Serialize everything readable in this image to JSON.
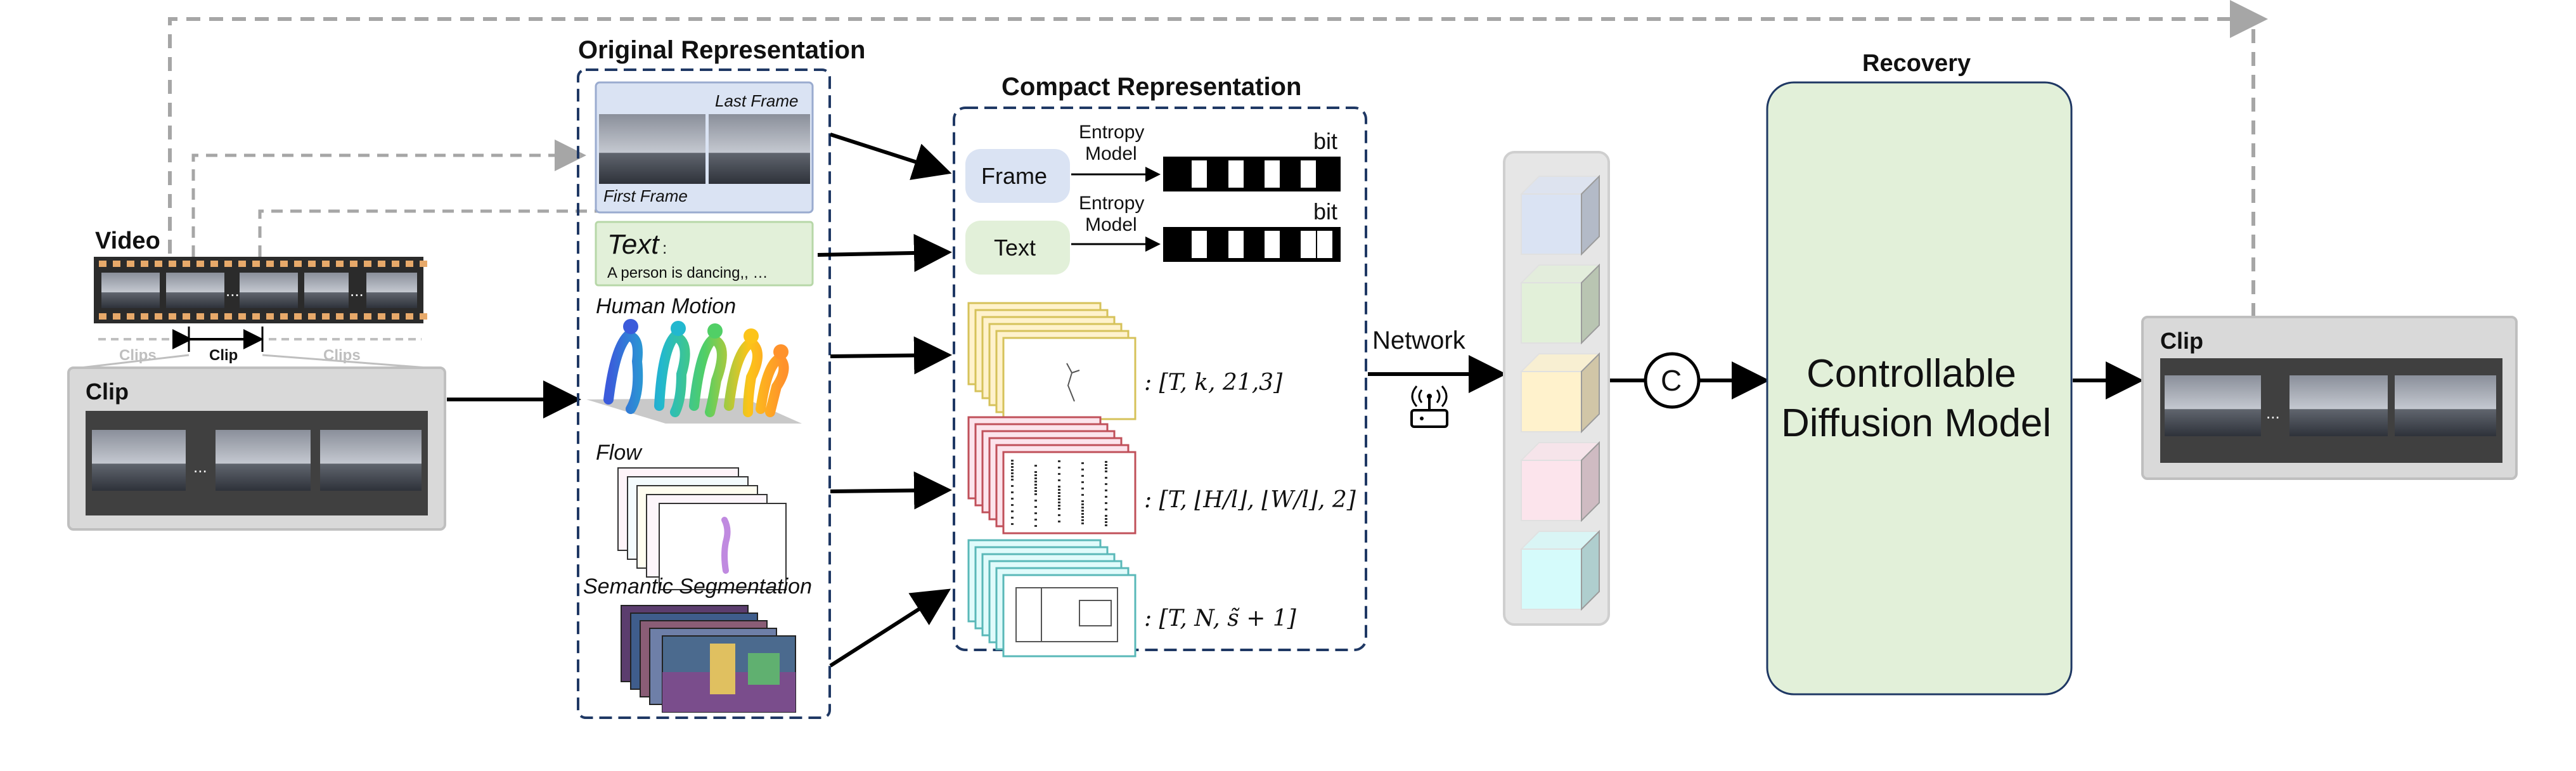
{
  "video": {
    "title": "Video",
    "clips_left": "Clips",
    "clip_mid": "Clip",
    "clips_right": "Clips",
    "clip_box_title": "Clip",
    "ellipsis": "..."
  },
  "original": {
    "title": "Original Representation",
    "last_frame": "Last Frame",
    "first_frame": "First Frame",
    "text_title": "Text",
    "text_colon": ":",
    "text_caption": "A person is dancing,, …",
    "human_motion": "Human  Motion",
    "flow": "Flow",
    "segmentation": "Semantic Segmentation"
  },
  "compact": {
    "title": "Compact Representation",
    "frame_label": "Frame",
    "text_label": "Text",
    "entropy_line1": "Entropy",
    "entropy_line2": "Model",
    "bit": "bit",
    "shape_motion": ": [T, k, 21,3]",
    "shape_flow": ": [T, ⌊H/l⌋, ⌊W/l⌋, 2]",
    "shape_seg": ": [T, N, s̃ + 1]"
  },
  "network": {
    "label": "Network",
    "concat": "C"
  },
  "recovery": {
    "title": "Recovery",
    "model_line1": "Controllable",
    "model_line2": "Diffusion Model"
  },
  "output": {
    "title": "Clip",
    "ellipsis": "..."
  },
  "colors": {
    "frame_pill": "#dae3f3",
    "text_pill": "#e2f0d9",
    "text_box": "#e2f0d9",
    "frame_box": "#dae3f3",
    "motion_stack": "#fff2cc",
    "motion_border": "#d6c25a",
    "flow_stack": "#fce4ec",
    "flow_border": "#c0505a",
    "seg_stack": "#e0fbfb",
    "seg_border": "#5ab8b8",
    "diffusion": "#e2f0d9",
    "dash_border": "#1f3864",
    "gray_panel": "#d9d9d9",
    "dark_panel": "#404040",
    "cube_blue": "#dae3f3",
    "cube_green": "#e2f0d9",
    "cube_yellow": "#fff2cc",
    "cube_pink": "#fce4ec",
    "cube_cyan": "#d5fbfb"
  }
}
